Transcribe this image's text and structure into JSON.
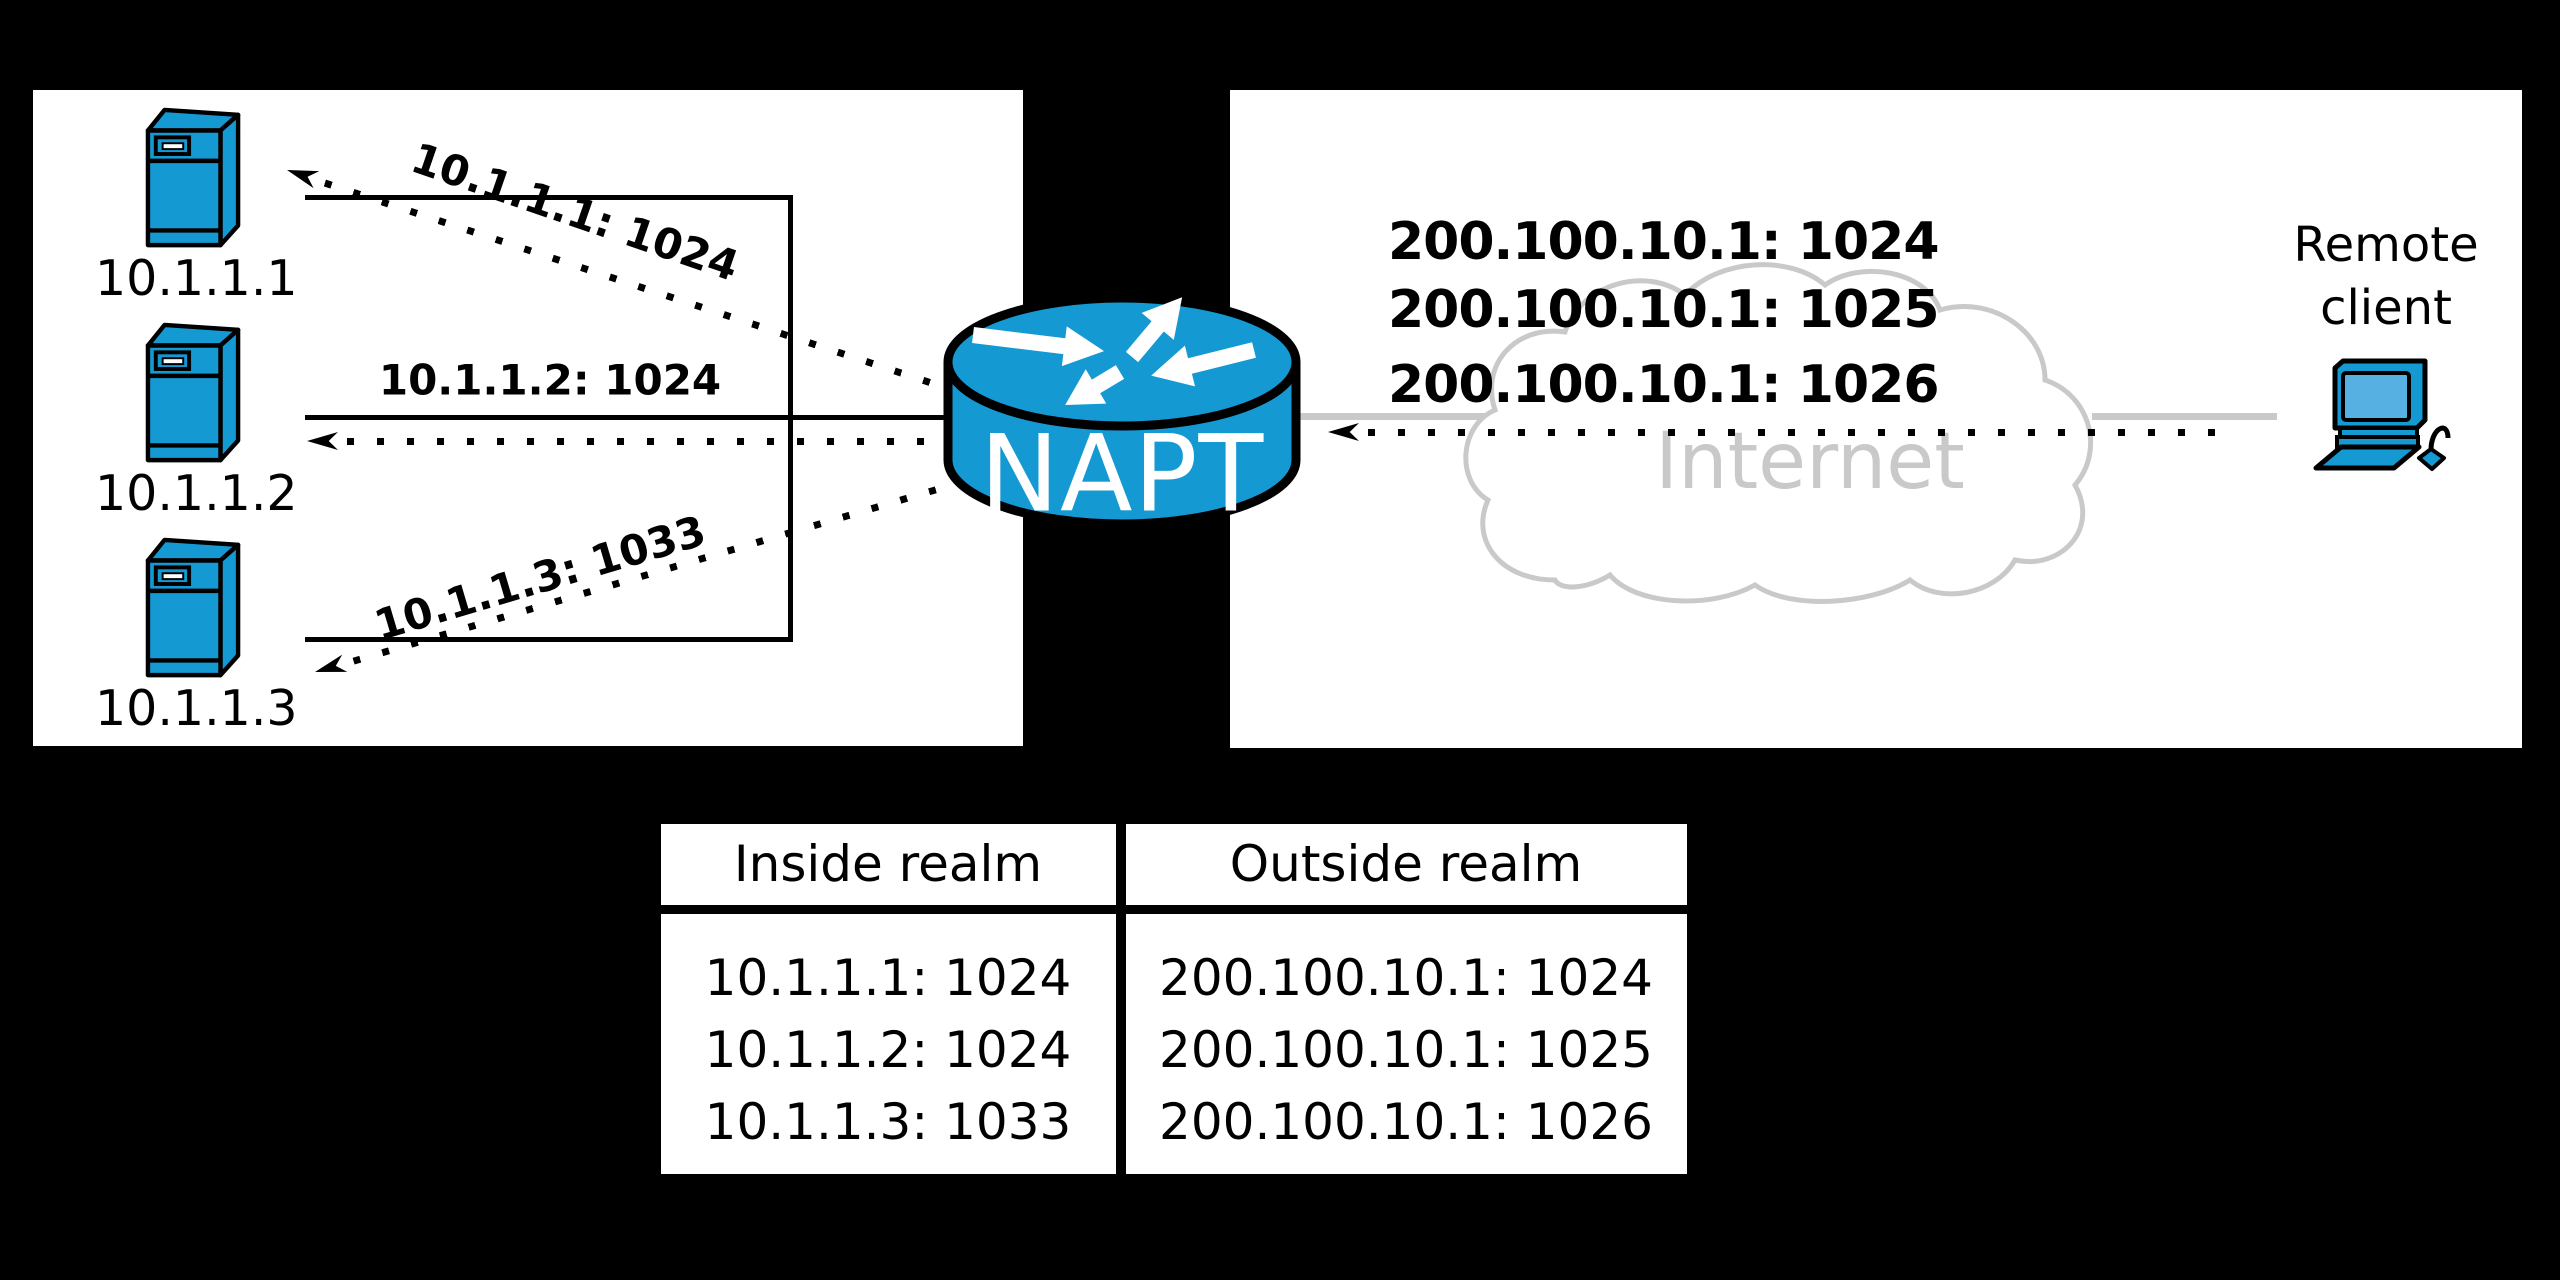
{
  "inside_panel": {
    "servers": [
      {
        "ip": "10.1.1.1",
        "flow_label": "10.1.1.1: 1024"
      },
      {
        "ip": "10.1.1.2",
        "flow_label": "10.1.1.2: 1024"
      },
      {
        "ip": "10.1.1.3",
        "flow_label": "10.1.1.3: 1033"
      }
    ]
  },
  "router": {
    "label": "NAPT"
  },
  "outside_panel": {
    "mappings": [
      "200.100.10.1: 1024",
      "200.100.10.1: 1025",
      "200.100.10.1: 1026"
    ],
    "cloud_label": "Internet",
    "remote_client": [
      "Remote",
      "client"
    ]
  },
  "mapping_table": {
    "headers": [
      "Inside realm",
      "Outside realm"
    ],
    "rows": [
      [
        "10.1.1.1: 1024",
        "200.100.10.1: 1024"
      ],
      [
        "10.1.1.2: 1024",
        "200.100.10.1: 1025"
      ],
      [
        "10.1.1.3: 1033",
        "200.100.10.1: 1026"
      ]
    ]
  },
  "colors": {
    "device_blue": "#1499d3",
    "screen_blue": "#57b0e2",
    "cloud_gray": "#c9c9c9",
    "background": "#000000",
    "panel_white": "#ffffff"
  }
}
